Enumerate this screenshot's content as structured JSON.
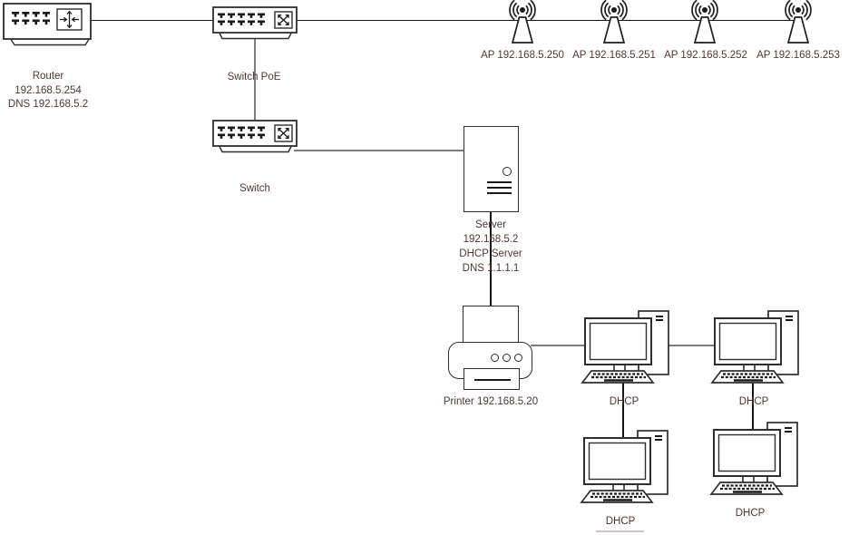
{
  "diagram_type": "network-topology",
  "nodes": {
    "router": {
      "lines": [
        "Router",
        "192.168.5.254",
        "DNS 192.168.5.2"
      ]
    },
    "switch_poe": {
      "label": "Switch PoE"
    },
    "switch": {
      "label": "Switch"
    },
    "access_points": [
      {
        "label": "AP 192.168.5.250"
      },
      {
        "label": "AP 192.168.5.251"
      },
      {
        "label": "AP 192.168.5.252"
      },
      {
        "label": "AP 192.168.5.253"
      }
    ],
    "server": {
      "lines": [
        "Server",
        "192.168.5.2",
        "DHCP Server",
        "DNS 1.1.1.1"
      ]
    },
    "printer": {
      "label": "Printer 192.168.5.20"
    },
    "workstations": [
      {
        "label": "DHCP"
      },
      {
        "label": "DHCP"
      },
      {
        "label": "DHCP"
      },
      {
        "label": "DHCP"
      }
    ]
  },
  "colors": {
    "background": "#ffffff",
    "bus_line": "#161616",
    "connector_line": "#7e7e7e",
    "shape_stroke": "#2e2e2e",
    "label_text": "#4b3a37"
  }
}
